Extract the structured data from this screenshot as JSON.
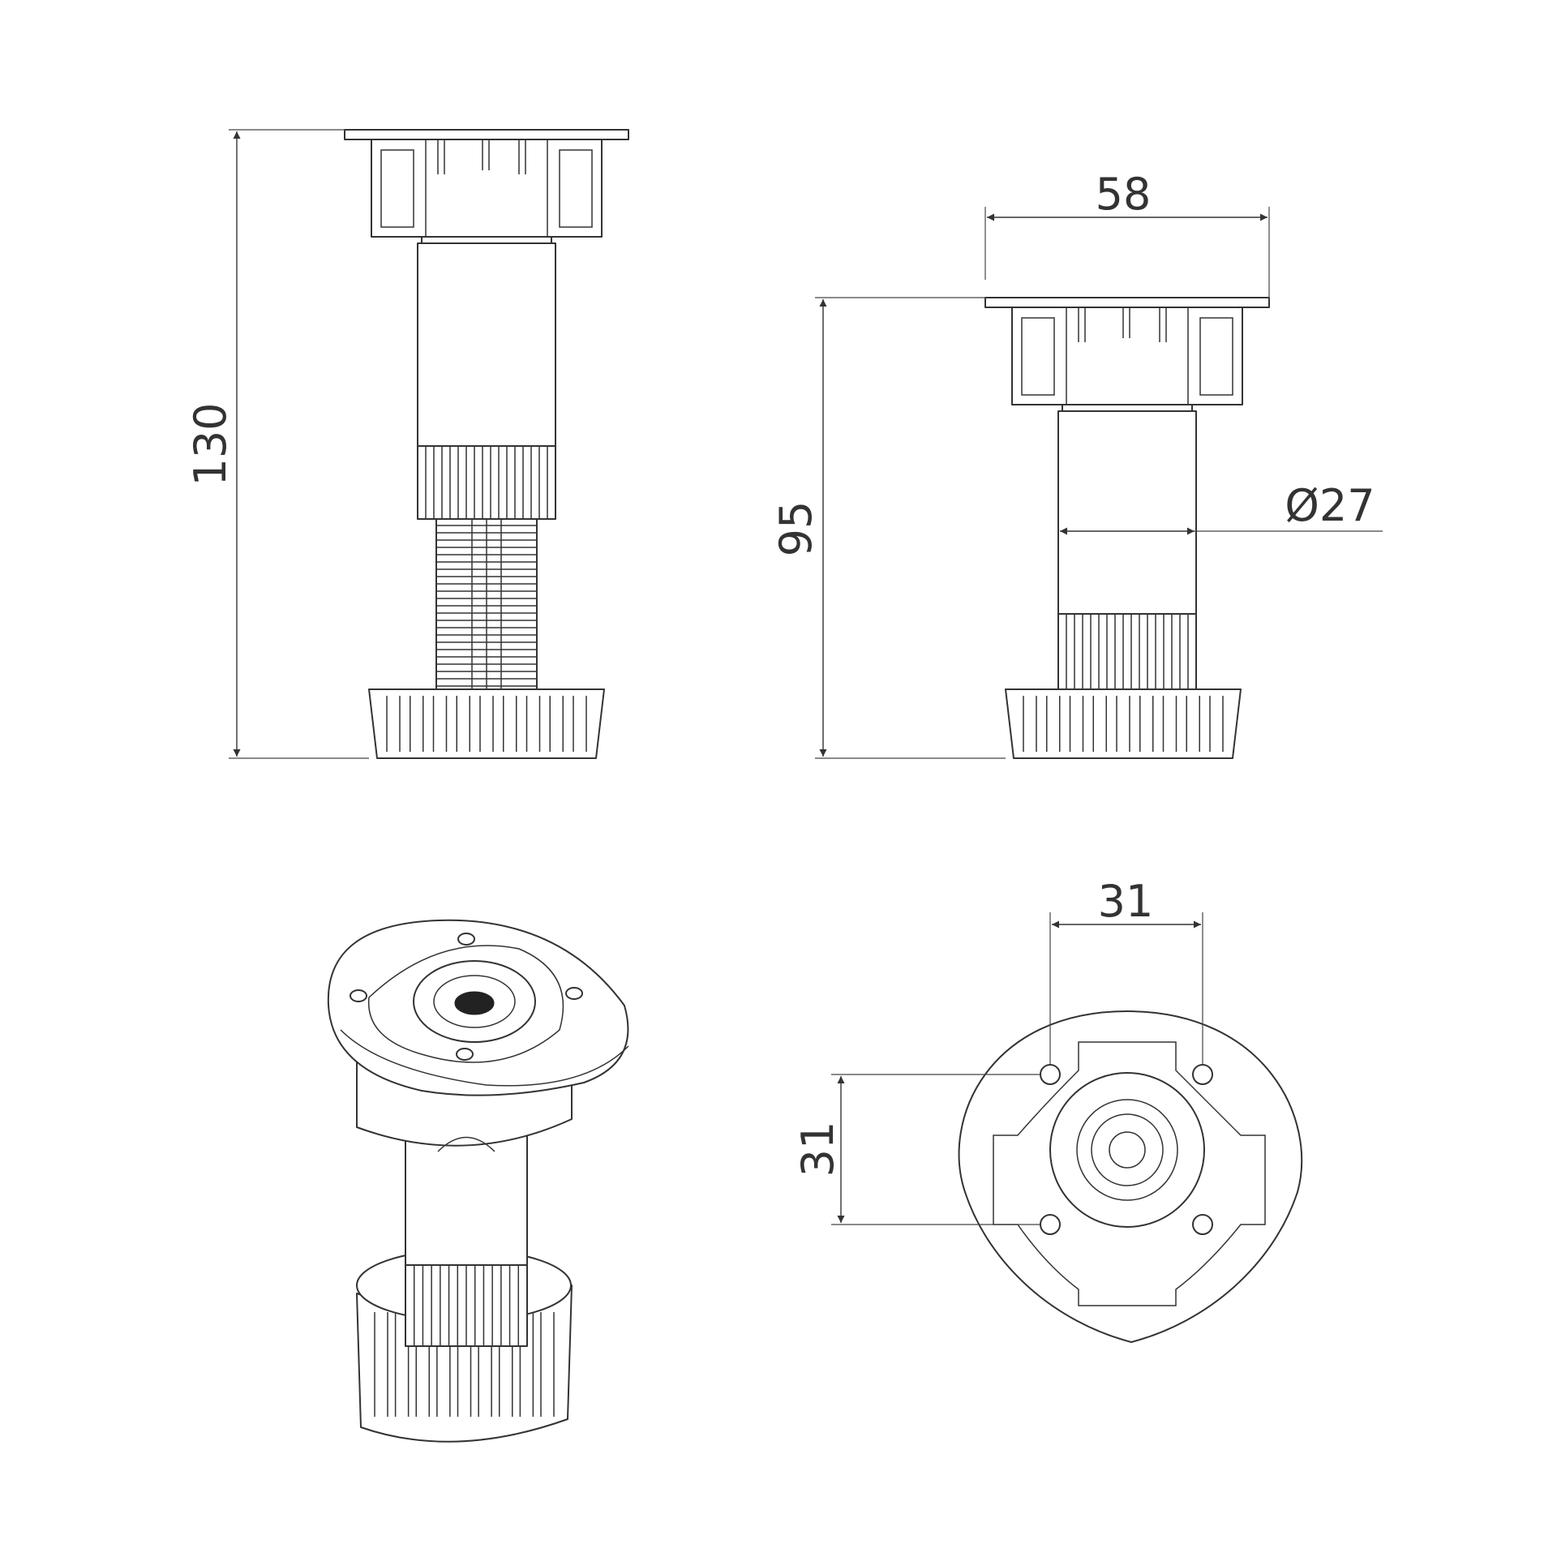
{
  "dimensions": {
    "height_extended": "130",
    "height_compact": "95",
    "plate_width": "58",
    "tube_diameter": "Ø27",
    "hole_spacing_horizontal": "31",
    "hole_spacing_vertical": "31"
  },
  "colors": {
    "line": "#333333",
    "background": "#ffffff"
  }
}
